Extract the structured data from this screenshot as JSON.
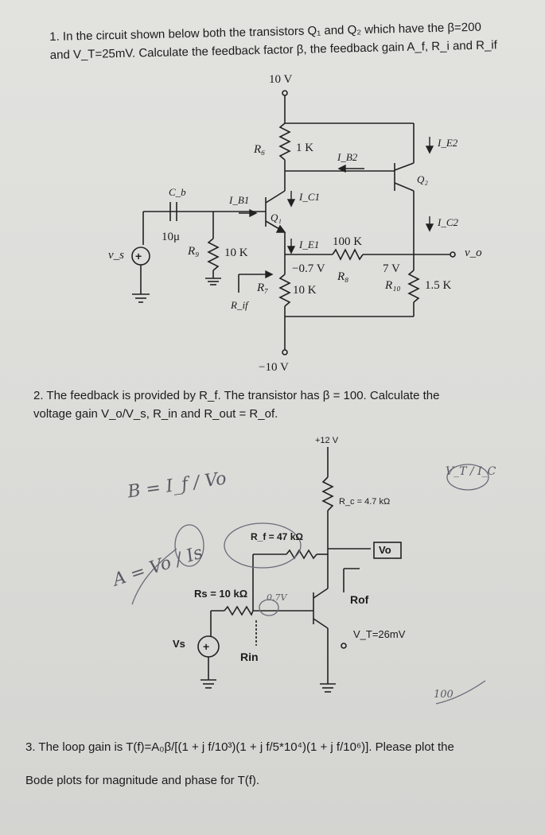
{
  "question1": {
    "text_line1": "1. In the circuit shown below both the transistors Q₁ and Q₂ which have the β=200",
    "text_line2": "and V_T=25mV. Calculate the feedback factor β, the feedback gain A_f, R_i and R_if",
    "labels": {
      "supply_top": "10 V",
      "supply_bottom": "−10 V",
      "r6": "R₆",
      "r6_value": "1 K",
      "ib2": "I_B2",
      "ie2": "I_E2",
      "q2": "Q₂",
      "cb": "C_b",
      "ib1": "I_B1",
      "ic1": "I_C1",
      "q1": "Q₁",
      "ic2": "I_C2",
      "cap_value": "10μ",
      "r9": "R₉",
      "r9_value": "10 K",
      "ie1": "I_E1",
      "r8_value": "100 K",
      "r8": "R₈",
      "vs": "v_s",
      "vo": "v_o",
      "vbe_drop": "−0.7 V",
      "node_7v": "7 V",
      "r7": "R₇",
      "r7_value": "10 K",
      "r10": "R₁₀",
      "r10_value": "1.5 K",
      "rif": "R_if"
    }
  },
  "question2": {
    "text_line1": "2. The feedback is provided by R_f. The transistor has β = 100. Calculate the",
    "text_line2": "voltage gain V_o/V_s, R_in and R_out = R_of.",
    "labels": {
      "supply": "+12 V",
      "rc": "R_c = 4.7 kΩ",
      "rf": "R_f = 47 kΩ",
      "vo": "Vo",
      "rs": "Rs = 10 kΩ",
      "rof": "Rof",
      "vs": "Vs",
      "rin": "Rin",
      "vt": "V_T=26mV",
      "hand_vt_ic": "V_T / I_C",
      "hand_b": "B = I_f / Vo",
      "hand_a": "A = Vo / Is",
      "hand_07": "0.7V",
      "hand_100": "100"
    }
  },
  "question3": {
    "text_prefix": "3. The loop gain is T(f)=A₀β/[(1 + j f/10³)(1 + j f/5*10⁴)(1 + j f/10⁶)]. Please plot the",
    "text_line2": "Bode plots for magnitude and phase for T(f)."
  }
}
